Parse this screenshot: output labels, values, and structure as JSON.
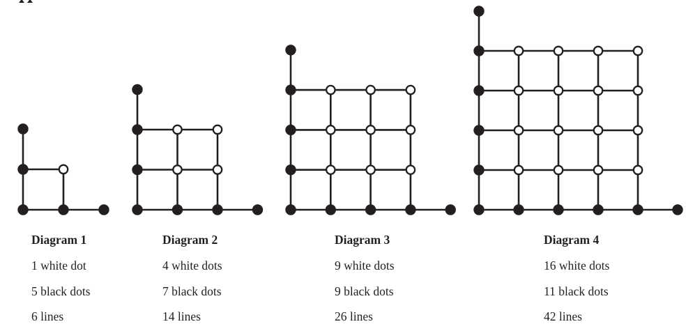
{
  "ink_color": "#231f20",
  "background_color": "#ffffff",
  "diagrams": [
    {
      "label": "Diagram 1",
      "stats": [
        "1 white dot",
        "5 black dots",
        "6 lines"
      ],
      "figure": {
        "grid_dots_per_side": 2,
        "white_dots": 1,
        "black_dots": 5,
        "lines": 6
      }
    },
    {
      "label": "Diagram 2",
      "stats": [
        "4 white dots",
        "7 black dots",
        "14 lines"
      ],
      "figure": {
        "grid_dots_per_side": 3,
        "white_dots": 4,
        "black_dots": 7,
        "lines": 14
      }
    },
    {
      "label": "Diagram 3",
      "stats": [
        "9 white dots",
        "9 black dots",
        "26 lines"
      ],
      "figure": {
        "grid_dots_per_side": 4,
        "white_dots": 9,
        "black_dots": 9,
        "lines": 26
      }
    },
    {
      "label": "Diagram 4",
      "stats": [
        "16 white dots",
        "11 black dots",
        "42 lines"
      ],
      "figure": {
        "grid_dots_per_side": 5,
        "white_dots": 16,
        "black_dots": 11,
        "lines": 42
      }
    }
  ]
}
